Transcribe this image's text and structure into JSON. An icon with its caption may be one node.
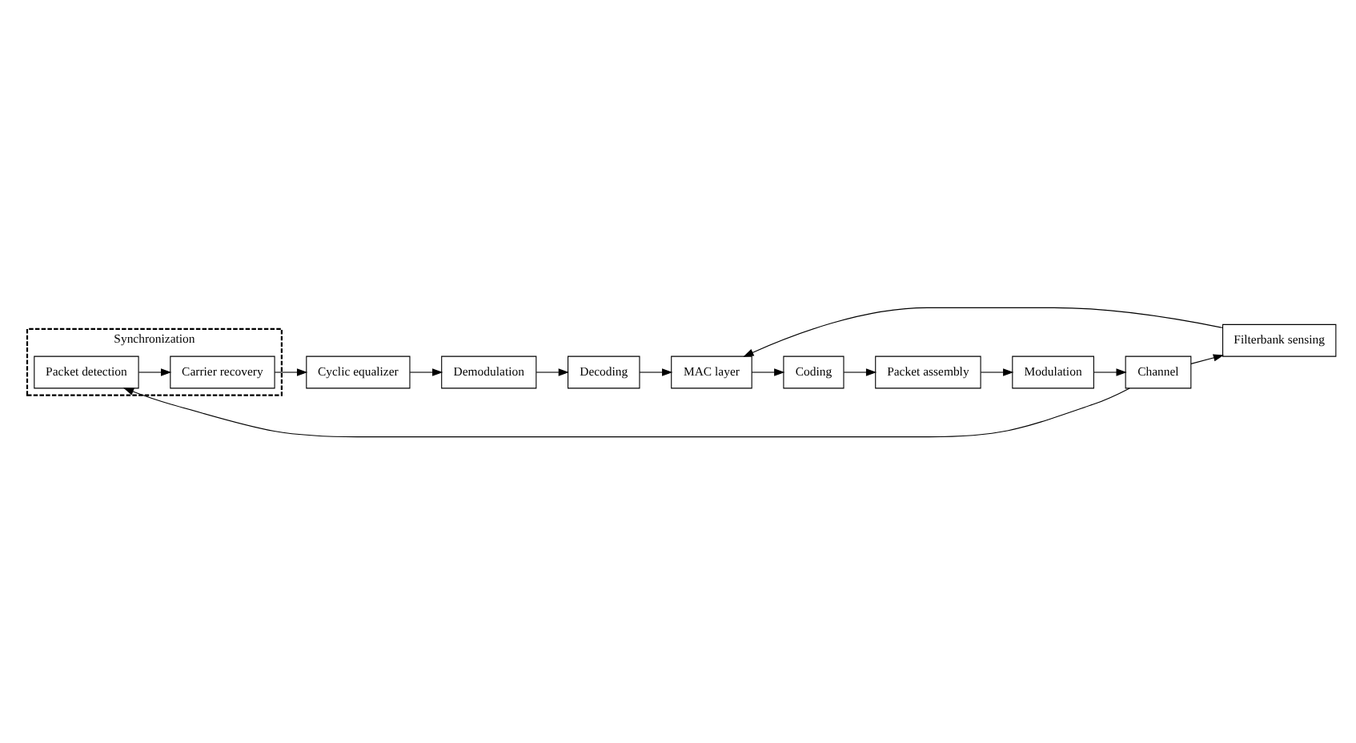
{
  "diagram": {
    "nodes": [
      {
        "text": [
          "Synchronization"
        ]
      },
      {
        "text": [
          "Packet detection"
        ],
        "in": 0
      },
      {
        "text": [
          "Carrier recovery"
        ],
        "in": 0
      },
      {
        "text": [
          "Cyclic equalizer"
        ]
      },
      {
        "text": [
          "Demodulation"
        ]
      },
      {
        "text": [
          "Decoding"
        ]
      },
      {
        "text": [
          "MAC layer"
        ]
      },
      {
        "text": [
          "Filterbank sensing"
        ]
      },
      {
        "text": [
          "Channel"
        ]
      },
      {
        "text": [
          "Coding"
        ]
      },
      {
        "text": [
          "Packet assembly"
        ]
      },
      {
        "text": [
          "Modulation"
        ]
      }
    ],
    "edges": [
      {
        "from": 8,
        "to": 1,
        "arrow": "to"
      },
      {
        "from": 1,
        "to": 2,
        "arrow": "to"
      },
      {
        "from": 2,
        "to": 3,
        "arrow": "to"
      },
      {
        "from": 3,
        "to": 4,
        "arrow": "to"
      },
      {
        "from": 4,
        "to": 5,
        "arrow": "to"
      },
      {
        "from": 5,
        "to": 6,
        "arrow": "to"
      },
      {
        "from": 8,
        "to": 7,
        "arrow": "to"
      },
      {
        "from": 7,
        "to": 6,
        "arrow": "to"
      },
      {
        "from": 6,
        "to": 9,
        "arrow": "to"
      },
      {
        "from": 9,
        "to": 10,
        "arrow": "to"
      },
      {
        "from": 10,
        "to": 11,
        "arrow": "to"
      },
      {
        "from": 11,
        "to": 8,
        "arrow": "to"
      }
    ]
  }
}
